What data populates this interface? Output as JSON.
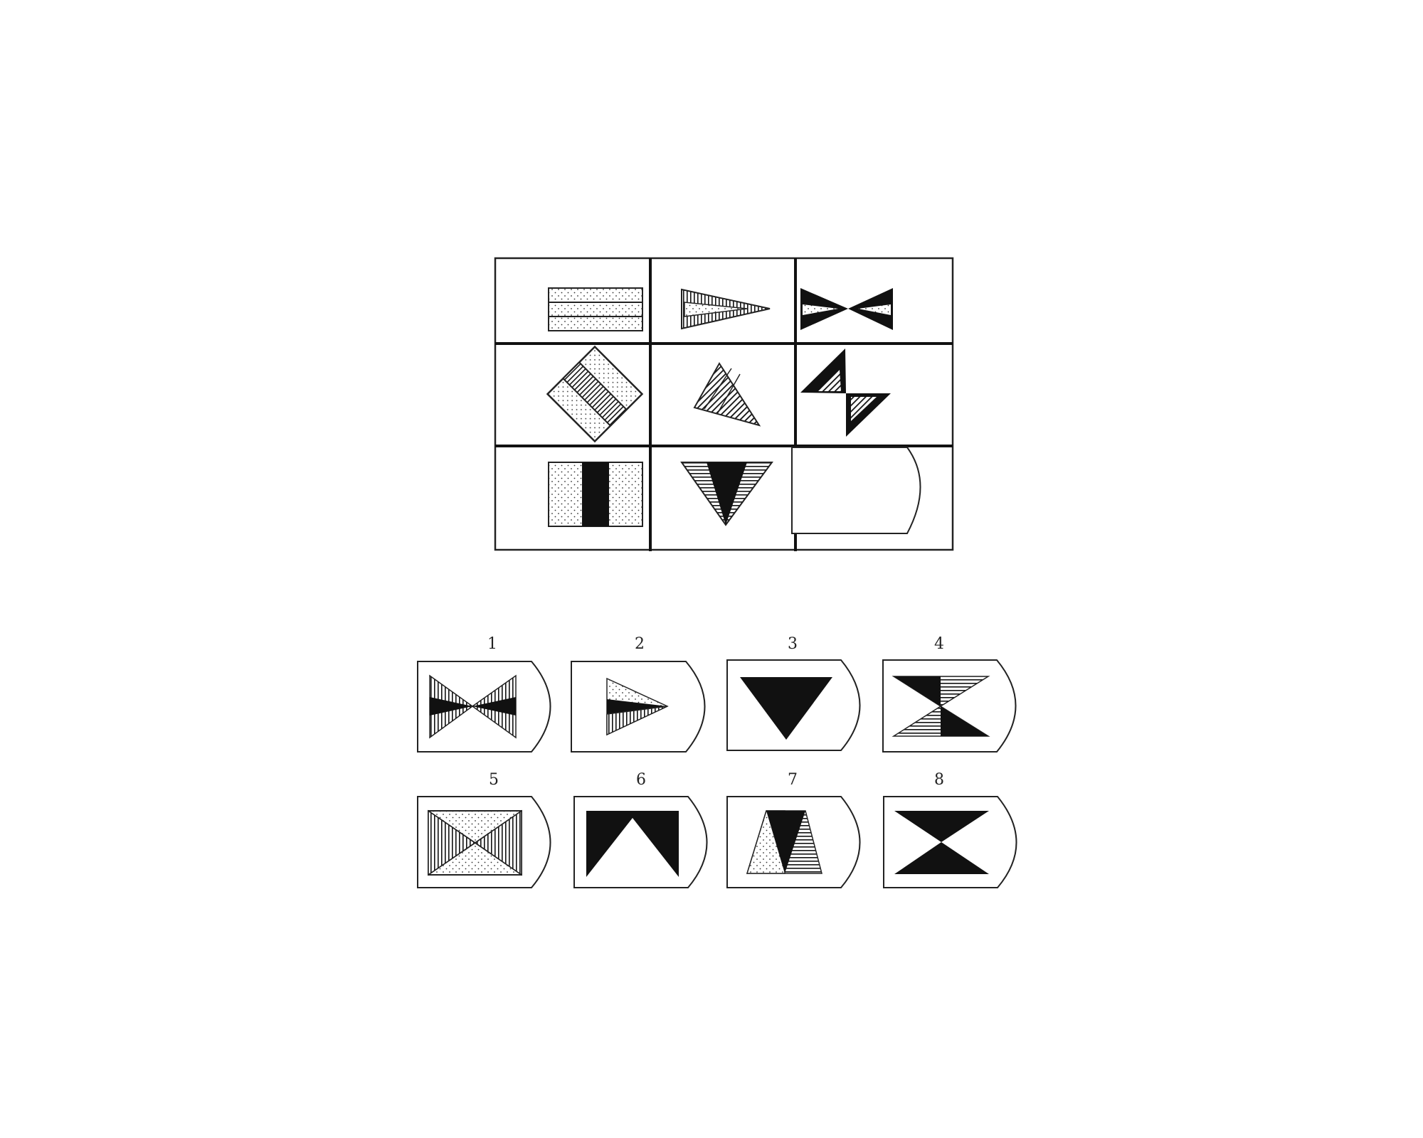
{
  "puzzle": {
    "matrix": {
      "rows": 3,
      "cols": 3,
      "missing_cell": "row-3-col-3"
    },
    "options": [
      {
        "number": "1"
      },
      {
        "number": "2"
      },
      {
        "number": "3"
      },
      {
        "number": "4"
      },
      {
        "number": "5"
      },
      {
        "number": "6"
      },
      {
        "number": "7"
      },
      {
        "number": "8"
      }
    ]
  }
}
